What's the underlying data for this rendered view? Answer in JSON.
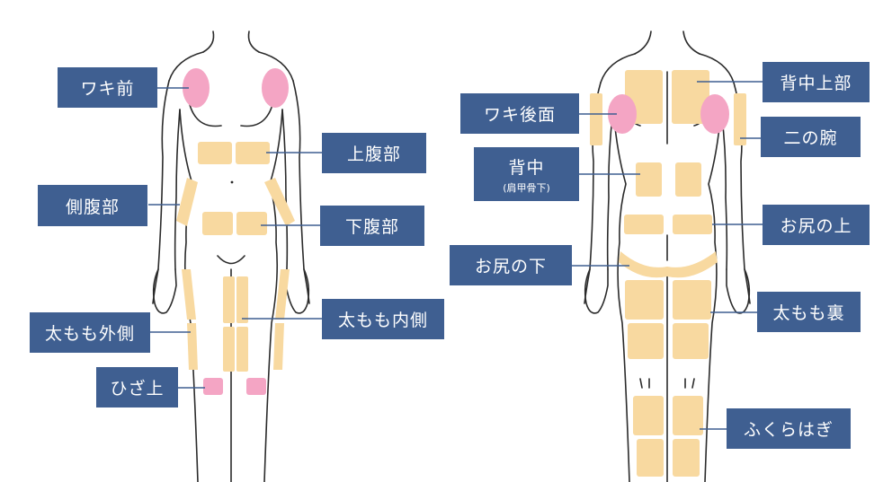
{
  "colors": {
    "outline": "#2b2b2b",
    "zone_orange": "#f8d9a0",
    "zone_pink": "#f4a5c4",
    "label_bg": "#3f5f91",
    "label_text": "#ffffff",
    "leader": "#3f5f91"
  },
  "front": {
    "labels": {
      "waki_mae": "ワキ前",
      "jo_fukubu": "上腹部",
      "soku_fukubu": "側腹部",
      "ka_fukubu": "下腹部",
      "futomomo_sotogawa": "太もも外側",
      "futomomo_uchigawa": "太もも内側",
      "hiza_ue": "ひざ上"
    }
  },
  "back": {
    "labels": {
      "senaka_jobu": "背中上部",
      "waki_koumen": "ワキ後面",
      "ni_no_ude": "二の腕",
      "senaka": "背中",
      "senaka_sub": "(肩甲骨下)",
      "oshiri_ue": "お尻の上",
      "oshiri_shita": "お尻の下",
      "futomomo_ura": "太もも裏",
      "fukurahagi": "ふくらはぎ"
    }
  }
}
